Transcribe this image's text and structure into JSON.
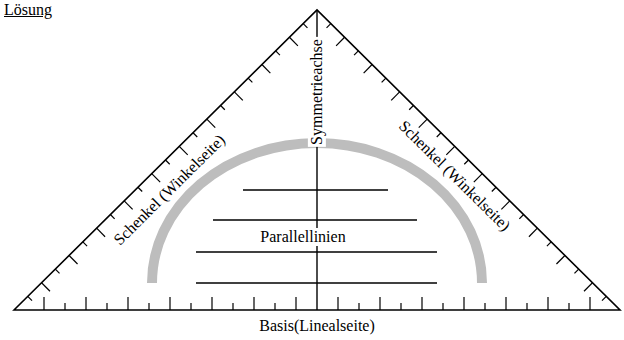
{
  "diagram": {
    "title": "Lösung",
    "labels": [
      "Schenkel (Winkelseite)",
      "Schenkel (Winkelseite)",
      "Symmetrieachse",
      "Parallellinien",
      "Basis(Linealseite)"
    ]
  }
}
